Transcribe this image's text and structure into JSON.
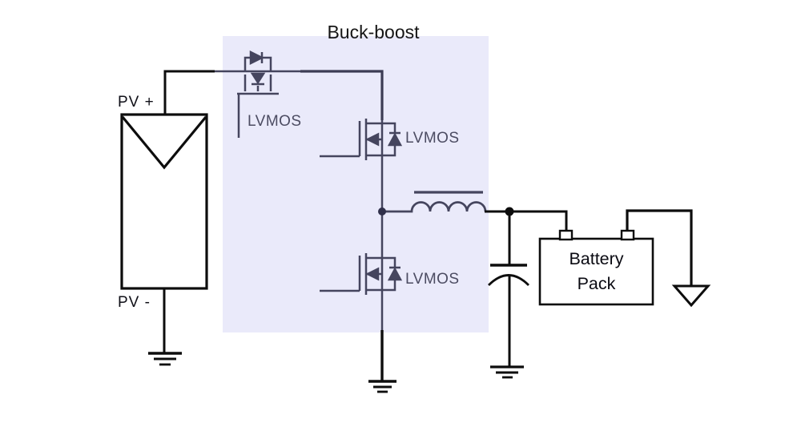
{
  "diagram": {
    "title": "Buck-boost",
    "pv_panel": {
      "positive_label": "PV +",
      "negative_label": "PV -"
    },
    "buck_boost_block": {
      "mosfets": [
        {
          "label": "LVMOS",
          "role": "input-blocking-mosfet"
        },
        {
          "label": "LVMOS",
          "role": "high-side-mosfet"
        },
        {
          "label": "LVMOS",
          "role": "low-side-mosfet"
        }
      ],
      "passives": [
        "inductor"
      ]
    },
    "output_stage": {
      "components": [
        "output-capacitor",
        "battery-pack",
        "earth-arrow"
      ],
      "battery_label_line1": "Battery",
      "battery_label_line2": "Pack"
    },
    "grounds": [
      "pv-ground",
      "low-side-ground",
      "capacitor-ground"
    ],
    "colors": {
      "background": "#ffffff",
      "block_fill": "#eaeafa",
      "schematic_line": "#45455e",
      "wire_black": "#0d0d0d",
      "mosfet_label_text": "#4c4c62",
      "title_text": "#151515"
    }
  }
}
